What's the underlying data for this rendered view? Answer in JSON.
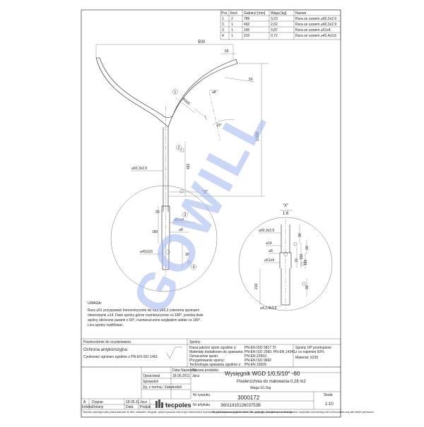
{
  "parts_table": {
    "headers": [
      "Poz.",
      "Ilość",
      "Gabaryt [mm]",
      "Waga [kg]",
      "Nazwa"
    ],
    "rows": [
      [
        "1",
        "2",
        "786",
        "3,23",
        "Rura ze szwem ⌀60,3x2,9"
      ],
      [
        "2",
        "1",
        "492",
        "2,02",
        "Rura ze szwem ⌀60,3x2,9"
      ],
      [
        "3",
        "1",
        "190",
        "0,87",
        "Rura ze szwem ⌀51x4"
      ],
      [
        "4",
        "1",
        "210",
        "0,72",
        "Rura ze szwem ⌀42,4x3,6"
      ]
    ]
  },
  "dims": {
    "w500": "500",
    "d69": "69",
    "d50": "50",
    "h1000": "1000",
    "ang10": "10°",
    "r500": "R500",
    "phi8": "⌀8",
    "pipe603": "⌀60,3x2,9",
    "d492": "492",
    "x_label": "\"X\"",
    "d20": "20",
    "d180": "180",
    "pipe51": "⌀51x4",
    "phi8b": "⌀8",
    "pipe424": "⌀42x3,6",
    "d30": "30",
    "bubbles": [
      "1",
      "2",
      "3",
      "4"
    ]
  },
  "detail": {
    "title": "\"X\"",
    "scale": "1:8",
    "pipe603": "⌀60,3x2,9",
    "phi14": "⌀14",
    "phi8": "⌀8",
    "pipe51": "⌀51x4",
    "d210": "210",
    "pipe424": "⌀4,2,4x3,6",
    "d30": "30",
    "d20": "20",
    "d70": "70",
    "d150": "150",
    "d180": "180",
    "d30b": "30"
  },
  "notes": {
    "title": "UWAGA:",
    "lines": [
      "Rura ⌀51 przyspawać koncentrycznie do rury ⌀60,3 czterema spoinami",
      "otworowymi ⌀14. Dwie spoiny górne rozmieszczone co 180°, poniżej dwie",
      "spoiny obrócone parami o 90°, rozmieszczone względem siebie co 180°.",
      "Lico spoiny oszlifować."
    ]
  },
  "coating": {
    "header": "Powierzchnie do ocynkowania",
    "title": "Ochrona antykorozyjna:",
    "desc": "Cynkować ogniowo zgodnie z PN-EN ISO 1461",
    "welds_header": "Spoiny:",
    "welds": [
      {
        "label": "Klasa jakości spoin zgodnie z:",
        "value": "PN-EN ISO 5817 'D'"
      },
      {
        "label": "Materiały dodatkowe do spawania:",
        "value": "PN-EN ISO 2560, PN-EN 14341"
      },
      {
        "label": "Oznaczenie spoin:",
        "value": "PN-EN 22553"
      },
      {
        "label": "Przygotowanie spoiny:",
        "value": "PN-EN ISO 9692"
      },
      {
        "label": "Technologia spawania zgodnie z:",
        "value": "PN-EN 15609"
      }
    ],
    "spec": [
      "Spoiny UP przetopione",
      "z co najmniej 60%",
      "Materiał:  S235"
    ]
  },
  "title_block": {
    "approvals": [
      {
        "label": "Opracował",
        "date": "18.05.2011",
        "name": "Jęcz"
      },
      {
        "label": "Sprawdził",
        "date": "",
        "name": ""
      },
      {
        "label": "Zg. z normą / Zatwierdził",
        "date": "",
        "name": ""
      }
    ],
    "col_headers": [
      "Data",
      "Nazwisko"
    ],
    "name_label": "Nazwa produktu",
    "product_name": "Wysięgnik WGD 1/0,5/10°  -60",
    "surface": "Powierzchnia do malowania 0,28 m2",
    "weight": "Waga 10,1kg",
    "drawing_no_label": "Nr rysunku",
    "drawing_no": "3000172",
    "article_no_label": "Nr artykułu",
    "article_no": "3601181512603753B",
    "scale_label": "Skala",
    "scale": "1:10",
    "revisions": [
      {
        "idx": "A",
        "change": "Dygnar",
        "date": "18.05.11",
        "name": "Jęcz"
      }
    ],
    "rev_headers": [
      "Indeks",
      "Zmiany",
      "Data",
      "Podpis"
    ],
    "logo_text": "tecpoles",
    "copy_pl": "Tecpoles zastrzega sobie prawa autorskie do ofert, zestawień, fotografii, opisów rysunków oraz innych dokumentów. Kopiowanie, przekazywanie osobom trzecim bez zgody tylko za pisemnym zezwoleniem.",
    "copy_en": "Tecpoles claims copyright for offers, lists, drawings, descriptions and drawings. Use, duplication and handing over to third parties only with written permission."
  },
  "watermark": "GOWILL"
}
